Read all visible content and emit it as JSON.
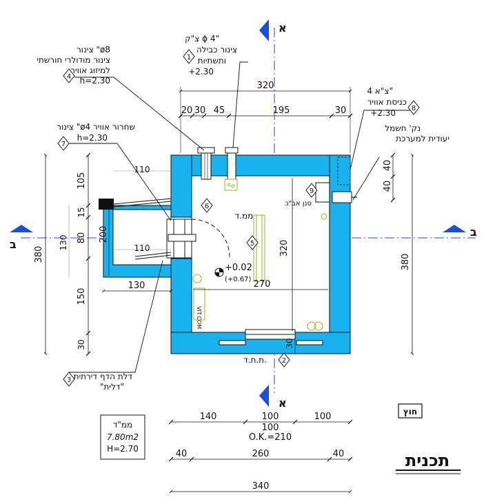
{
  "title": "תכנית",
  "outside_label": "חוץ",
  "room_info": {
    "name": "ממ\"ד",
    "area": "7.80m2",
    "height": "H=2.70"
  },
  "room_name": "ממ.ד",
  "room_below": "ת.ת.ד.",
  "section_marks": {
    "a": "א",
    "b": "ב"
  },
  "elevation": {
    "top": "+0.02",
    "bottom": "(+0.67)"
  },
  "legend": {
    "item1": {
      "num": "1",
      "lines": [
        "צ\"ק ϕ 4\"",
        "צינור כבילה",
        "ותשתיות",
        "+2.30"
      ]
    },
    "item2": {
      "num": "2"
    },
    "item3": {
      "num": "3",
      "lines": [
        "דלת הדף דירתית",
        "\"דלית\""
      ]
    },
    "item4": {
      "num": "4",
      "lines": [
        "צינור \"ø8",
        "צינור מודולרי חורשתי",
        "למיזוג אוויר",
        "h=2.30"
      ]
    },
    "item5": {
      "num": "5"
    },
    "item6": {
      "num": "6"
    },
    "item7": {
      "num": "7",
      "lines": [
        "צינור \"ø4 שחרור אוויר",
        "h=2.30"
      ]
    },
    "item8": {
      "num": "8",
      "lines": [
        "צ\"א 4\"",
        "כניסת אוויר",
        "+2.30"
      ]
    },
    "item9": {
      "num": "9",
      "label": "סנן אב\"כ"
    },
    "valve": {
      "lines": [
        "נק' חשמל",
        "יעודית למערכת"
      ]
    }
  },
  "dims": {
    "top_total": "320",
    "top_segments": [
      "20",
      "30",
      "45",
      "195",
      "30"
    ],
    "left_total": "380",
    "left_segments": [
      "105",
      "15",
      "80",
      "150",
      "30"
    ],
    "left_inner": [
      "130",
      "200"
    ],
    "right_total": "380",
    "right_segments": [
      "40",
      "40"
    ],
    "interior_vertical": "320",
    "interior_horizontal": "270",
    "door_widths": [
      "110",
      "110"
    ],
    "door_depth": "130",
    "bottom_door": "30",
    "bottom_row1": [
      "140",
      "100",
      "100"
    ],
    "bottom_row1_sub": [
      "100",
      "O.K.=210"
    ],
    "bottom_row2": [
      "40",
      "260",
      "40"
    ],
    "bottom_total": "340"
  }
}
